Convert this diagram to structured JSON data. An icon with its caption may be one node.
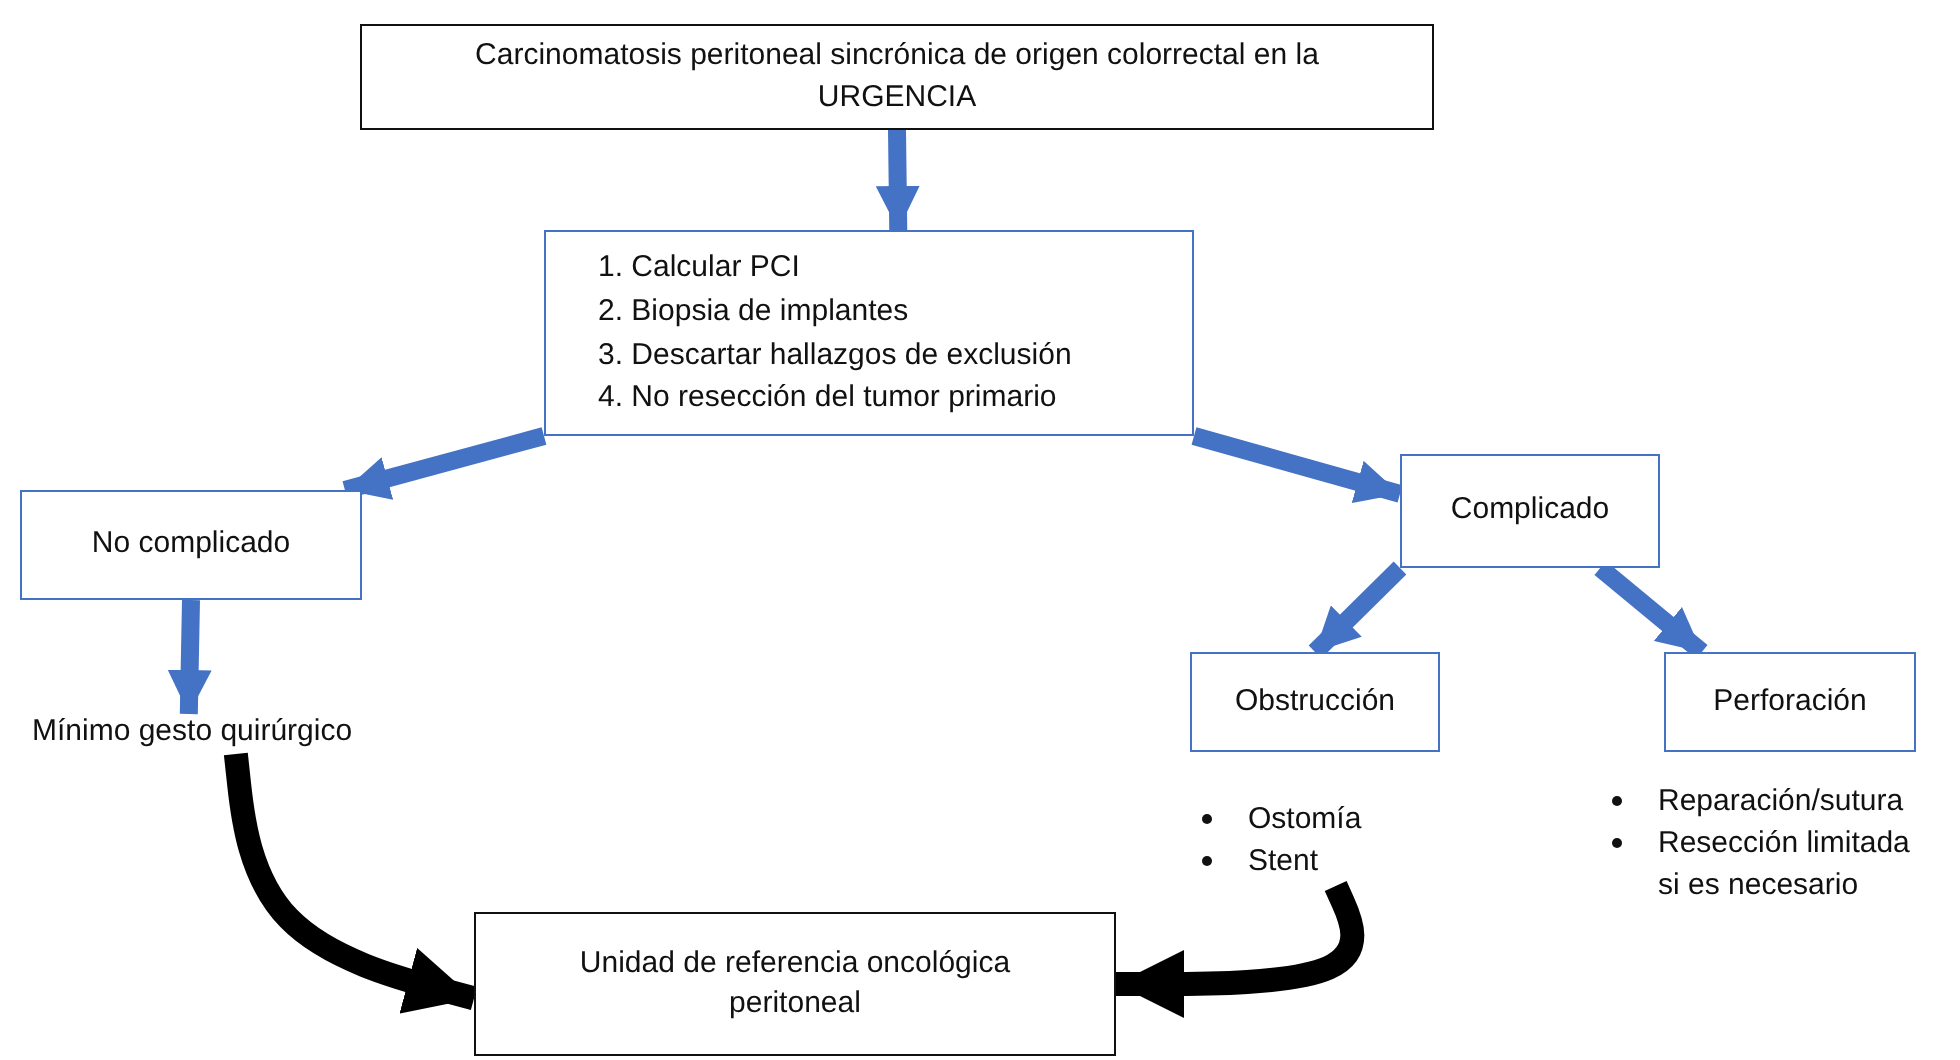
{
  "diagram": {
    "nodes": [
      {
        "text": [
          "Carcinomatosis peritoneal sincrónica de origen colorrectal en la URGENCIA"
        ]
      },
      {
        "text": [
          "1. Calcular PCI",
          "2. Biopsia de implantes",
          "3. Descartar hallazgos de exclusión",
          "4. No resección del tumor primario"
        ]
      },
      {
        "text": [
          "No complicado"
        ]
      },
      {
        "text": [
          "Complicado"
        ]
      },
      {
        "text": [
          "Mínimo gesto quirúrgico"
        ]
      },
      {
        "text": [
          "Obstrucción"
        ]
      },
      {
        "text": [
          "Perforación"
        ]
      },
      {
        "text": [
          "Ostomía",
          "Stent"
        ]
      },
      {
        "text": [
          "Unidad de referencia oncológica peritoneal"
        ]
      }
    ],
    "edges": [
      {
        "from": 0,
        "to": 1,
        "arrow": "to"
      },
      {
        "from": 1,
        "to": 2,
        "arrow": "to"
      },
      {
        "from": 1,
        "to": 3,
        "arrow": "to"
      },
      {
        "from": 2,
        "to": 4,
        "arrow": "to"
      },
      {
        "from": 3,
        "to": 5,
        "arrow": "to"
      },
      {
        "from": 3,
        "to": 6,
        "arrow": "to"
      },
      {
        "from": 4,
        "to": 8,
        "arrow": "to",
        "color": "#000000"
      },
      {
        "from": 7,
        "to": 8,
        "arrow": "to",
        "color": "#000000"
      }
    ],
    "labels": [
      "Reparación/sutura",
      "Resección limitada si es necesario"
    ]
  }
}
